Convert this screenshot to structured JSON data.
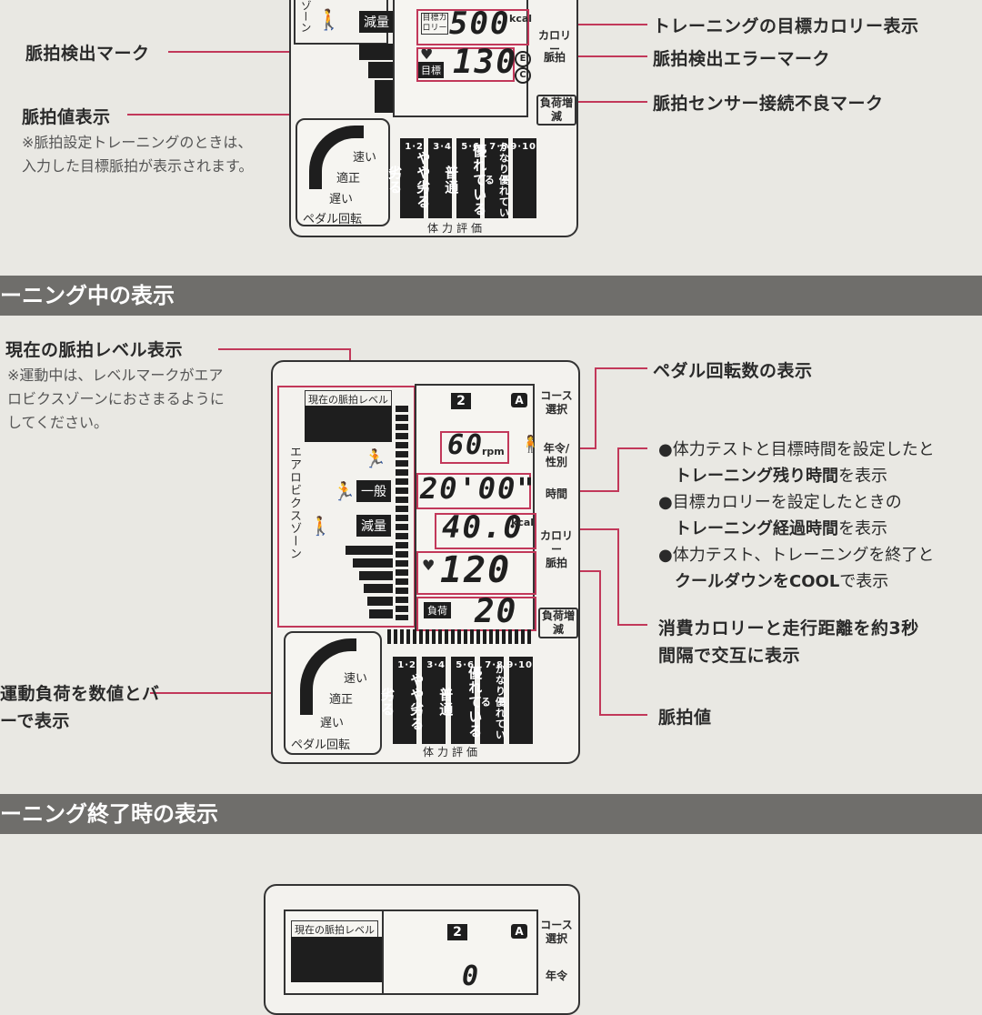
{
  "section1": {
    "labels": {
      "target_calorie": "トレーニングの目標カロリー表示",
      "pulse_mark": "脈拍検出マーク",
      "pulse_error": "脈拍検出エラーマーク",
      "pulse_value": "脈拍値表示",
      "sensor_error": "脈拍センサー接続不良マーク"
    },
    "pulse_note": "※脈拍設定トレーニングのときは、入力した目標脈拍が表示されます。",
    "lcd": {
      "target_cal_tag": "目標カロリー",
      "calorie_value": "500",
      "kcal": "kcal",
      "calorie_side": "カロリー",
      "pulse_side": "脈拍",
      "target_tag": "目標",
      "pulse_value": "130",
      "load_side": "負荷増減",
      "zone_label": "ゾーン",
      "reduce": "減量"
    }
  },
  "section2": {
    "band": "ーニング中の表示",
    "labels": {
      "pulse_level": "現在の脈拍レベル表示",
      "pedal_rpm": "ペダル回転数の表示",
      "calorie_distance": "消費カロリーと走行距離を約3秒間隔で交互に表示",
      "pulse_value": "脈拍値",
      "load": "運動負荷を数値とバーで表示"
    },
    "level_note": "※運動中は、レベルマークがエアロビクスゾーンにおさまるようにしてください。",
    "time_notes": [
      {
        "prefix": "●体力テストと目標時間を設定したと",
        "bold": ""
      },
      {
        "prefix": "",
        "bold": "トレーニング残り時間",
        "suffix": "を表示"
      },
      {
        "prefix": "●目標カロリーを設定したときの",
        "bold": ""
      },
      {
        "prefix": "",
        "bold": "トレーニング経過時間",
        "suffix": "を表示"
      },
      {
        "prefix": "●体力テスト、トレーニングを終了と",
        "bold": ""
      },
      {
        "prefix": "",
        "bold": "クールダウンをCOOL",
        "suffix": "で表示"
      }
    ],
    "lcd": {
      "pulse_level_tag": "現在の脈拍レベル",
      "aerobic_zone": "エアロビクスゾーン",
      "general": "一般",
      "reduce": "減量",
      "course_no": "2",
      "course_letter": "A",
      "course_side": "コース選択",
      "rpm_value": "60",
      "rpm_unit": "rpm",
      "age_side": "年令/性別",
      "time_value": "20'00\"",
      "time_side": "時間",
      "calorie_value": "40.0",
      "kcal": "kcal",
      "calorie_side": "カロリー",
      "pulse_value": "120",
      "pulse_side": "脈拍",
      "load_tag": "負荷",
      "load_value": "20",
      "load_side": "負荷増減"
    }
  },
  "pedal_box": {
    "fast": "速い",
    "proper": "適正",
    "slow": "遅い",
    "title": "ペダル回転"
  },
  "fitness": {
    "columns": [
      {
        "num": "1·2",
        "text": "劣る"
      },
      {
        "num": "3·4",
        "text": "やや劣る"
      },
      {
        "num": "5·6",
        "text": "普通"
      },
      {
        "num": "7·8",
        "text": "優れている"
      },
      {
        "num": "9·10",
        "text": "かなり優れている"
      }
    ],
    "title": "体力評価"
  },
  "section3": {
    "band": "ーニング終了時の表示",
    "lcd": {
      "pulse_level_tag": "現在の脈拍レベル",
      "course_no": "2",
      "course_letter": "A",
      "course_side": "コース選択",
      "age_side": "年令",
      "value": "0"
    }
  },
  "colors": {
    "accent_line": "#c2385a",
    "band": "#6f6e6b"
  }
}
